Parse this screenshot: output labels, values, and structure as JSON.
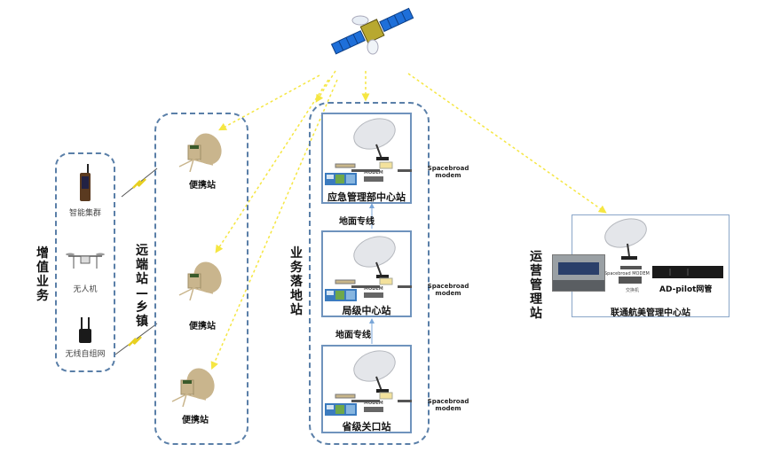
{
  "satellite": {
    "icon": "satellite-icon"
  },
  "groups": {
    "value_added": {
      "title": "增值业务",
      "items": [
        {
          "label": "智能集群",
          "icon": "handheld-radio-icon"
        },
        {
          "label": "无人机",
          "icon": "drone-icon"
        },
        {
          "label": "无线自组网",
          "icon": "mesh-radio-icon"
        }
      ]
    },
    "remote": {
      "title": "远端站—乡镇",
      "stations": [
        {
          "label": "便携站",
          "icon": "portable-dish-icon"
        },
        {
          "label": "便携站",
          "icon": "portable-dish-icon"
        },
        {
          "label": "便携站",
          "icon": "portable-dish-icon"
        }
      ]
    },
    "business": {
      "title": "业务落地站",
      "stations": [
        {
          "label": "应急管理部中心站",
          "modem_label": "Spacebroad modem",
          "device_small": "MODEM"
        },
        {
          "label": "局级中心站",
          "modem_label": "Spacebroad modem",
          "device_small": "MODEM"
        },
        {
          "label": "省级关口站",
          "modem_label": "Spacebroad modem",
          "device_small": "MODEM"
        }
      ],
      "links": [
        "地面专线",
        "地面专线"
      ]
    },
    "operations": {
      "title": "运营管理站",
      "station_label": "联通航美管理中心站",
      "modem_label": "Spacebroad MODEM",
      "switch_label": "交换机",
      "nms_label": "AD-pilot网管"
    }
  },
  "colors": {
    "dashed_border": "#5a7fa8",
    "station_border": "#6f93bd",
    "satellite_link": "#f5e642",
    "dish_tan": "#c9b58d",
    "solar_blue": "#1e6fd9"
  }
}
